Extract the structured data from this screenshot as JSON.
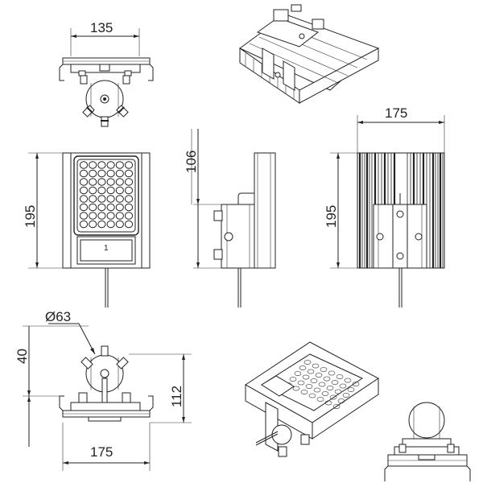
{
  "dimensions": {
    "top_width": "135",
    "right_width": "175",
    "front_height": "195",
    "side_height": "195",
    "side_top": "106",
    "bottom_diameter": "Ø63",
    "bottom_offset": "40",
    "bottom_height": "112",
    "bottom_width": "175"
  },
  "labels": {
    "panel_number": "1"
  }
}
